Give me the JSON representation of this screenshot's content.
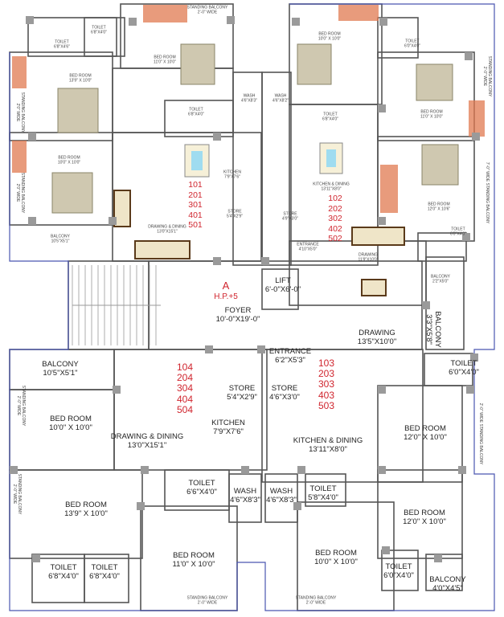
{
  "block": {
    "name": "A",
    "floors": "H.P.+5",
    "color": "#d0252e"
  },
  "colors": {
    "wall": "#555555",
    "outline": "#4a56b0",
    "column": "#9a9a9a",
    "bed": "#cfc8b0",
    "wardrobe": "#e07a50",
    "unit_numbers": "#d0252e"
  },
  "unit_groups": [
    {
      "numbers": [
        "101",
        "201",
        "301",
        "401",
        "501"
      ]
    },
    {
      "numbers": [
        "102",
        "202",
        "302",
        "402",
        "502"
      ]
    },
    {
      "numbers": [
        "104",
        "204",
        "304",
        "404",
        "504"
      ]
    },
    {
      "numbers": [
        "103",
        "203",
        "303",
        "403",
        "503"
      ]
    }
  ],
  "rooms": [
    {
      "name": "TOILET",
      "size": "6'8\"X4'6\""
    },
    {
      "name": "TOILET",
      "size": "6'8\"X4'0\""
    },
    {
      "name": "BED ROOM",
      "size": "11'0\" X 10'0\""
    },
    {
      "name": "BED ROOM",
      "size": "13'9\" X 10'0\""
    },
    {
      "name": "STANDING BALCONY",
      "size": "2'-0\" WIDE"
    },
    {
      "name": "WASH",
      "size": "4'6\"X8'3\""
    },
    {
      "name": "TOILET",
      "size": "6'8\"X4'0\""
    },
    {
      "name": "BED ROOM",
      "size": "10'0\" X 10'0\""
    },
    {
      "name": "KITCHEN",
      "size": "7'9\"X7'6\""
    },
    {
      "name": "STORE",
      "size": "5'4\"X2'9\""
    },
    {
      "name": "DRAWING & DINING",
      "size": "13'0\"X15'1\""
    },
    {
      "name": "BALCONY",
      "size": "10'5\"X5'1\""
    },
    {
      "name": "STANDING BALCONY",
      "size": "2'0\" WIDE"
    },
    {
      "name": "STANDING BALCONY",
      "size": "2'0\" WIDE"
    },
    {
      "name": "STANDING BALCONY",
      "size": "2'0\" WIDE"
    },
    {
      "name": "BED ROOM",
      "size": "10'0\" X 10'0\""
    },
    {
      "name": "TOILET",
      "size": "6'0\"X4'0\""
    },
    {
      "name": "WASH",
      "size": "4'6\"X8'2\""
    },
    {
      "name": "TOILET",
      "size": "6'8\"X4'0\""
    },
    {
      "name": "BED ROOM",
      "size": "11'0\" X 10'0\""
    },
    {
      "name": "STANDING BALCONY",
      "size": "2'-0\" WIDE"
    },
    {
      "name": "KITCHEN & DINING",
      "size": "13'11\"X8'0\""
    },
    {
      "name": "BED ROOM",
      "size": "12'0\" X 10'6\""
    },
    {
      "name": "7'-0\" WIDE STANDING BALCONY",
      "size": ""
    },
    {
      "name": "STORE",
      "size": "4'9\"X3'0\""
    },
    {
      "name": "TOILET",
      "size": "6'0\"X4'0\""
    },
    {
      "name": "ENTRANCE",
      "size": "4'10\"X5'0\""
    },
    {
      "name": "DRAWING",
      "size": "11'9\"X10'0\""
    },
    {
      "name": "BALCONY",
      "size": "2'2\"X5'0\""
    },
    {
      "name": "LIFT",
      "size": "6'-0\"X6'-0\""
    },
    {
      "name": "FOYER",
      "size": "10'-0\"X19'-0\""
    },
    {
      "name": "ENTRANCE",
      "size": "6'2\"X5'3\""
    },
    {
      "name": "DRAWING",
      "size": "13'5\"X10'0\""
    },
    {
      "name": "BALCONY",
      "size": "3'3\"X5'8\""
    },
    {
      "name": "TOILET",
      "size": "6'0\"X4'0\""
    },
    {
      "name": "BALCONY",
      "size": "10'5\"X5'1\""
    },
    {
      "name": "STORE",
      "size": "5'4\"X2'9\""
    },
    {
      "name": "STORE",
      "size": "4'6\"X3'0\""
    },
    {
      "name": "BED ROOM",
      "size": "10'0\" X 10'0\""
    },
    {
      "name": "STANDING BALCONY",
      "size": "2'-0\" WIDE"
    },
    {
      "name": "KITCHEN",
      "size": "7'9\"X7'6\""
    },
    {
      "name": "DRAWING & DINING",
      "size": "13'0\"X15'1\""
    },
    {
      "name": "KITCHEN & DINING",
      "size": "13'11\"X8'0\""
    },
    {
      "name": "BED ROOM",
      "size": "12'0\" X 10'0\""
    },
    {
      "name": "2'-0\" WIDE STANDING BALCONY",
      "size": ""
    },
    {
      "name": "TOILET",
      "size": "6'6\"X4'0\""
    },
    {
      "name": "WASH",
      "size": "4'6\"X8'3\""
    },
    {
      "name": "WASH",
      "size": "4'6\"X8'3\""
    },
    {
      "name": "TOILET",
      "size": "5'8\"X4'0\""
    },
    {
      "name": "BED ROOM",
      "size": "13'9\" X 10'0\""
    },
    {
      "name": "STANDING BALCONY",
      "size": "2'-0\" WIDE"
    },
    {
      "name": "BED ROOM",
      "size": "12'0\" X 10'0\""
    },
    {
      "name": "BED ROOM",
      "size": "11'0\" X 10'0\""
    },
    {
      "name": "BED ROOM",
      "size": "10'0\" X 10'0\""
    },
    {
      "name": "TOILET",
      "size": "6'8\"X4'0\""
    },
    {
      "name": "TOILET",
      "size": "6'8\"X4'0\""
    },
    {
      "name": "TOILET",
      "size": "6'0\"X4'0\""
    },
    {
      "name": "BALCONY",
      "size": "4'0\"X4'5\""
    },
    {
      "name": "STANDING BALCONY",
      "size": "2'-0\" WIDE"
    },
    {
      "name": "STANDING BALCONY",
      "size": "2'-0\" WIDE"
    }
  ]
}
